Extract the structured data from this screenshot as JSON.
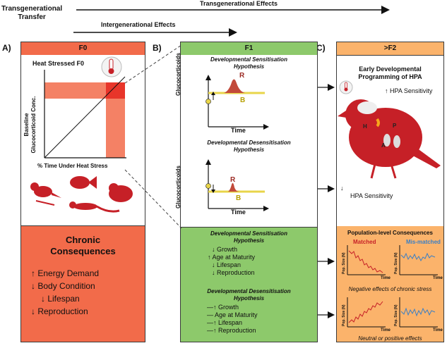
{
  "top": {
    "transfer_label_1": "Transgenerational",
    "transfer_label_2": "Transfer",
    "transgen_effects": "Transgenerational Effects",
    "intergen_effects": "Intergenerational Effects"
  },
  "panel_letters": {
    "a": "A)",
    "b": "B)",
    "c": "C)"
  },
  "colors": {
    "f0": "#f26b4a",
    "f1": "#8dc96b",
    "f2": "#fbb36b",
    "bird": "#c62027",
    "bline": "#e8d54a"
  },
  "panel_a": {
    "header": "F0",
    "plot_label": "Heat Stressed F0",
    "ylabel_1": "Baseline",
    "ylabel_2": "Glucocorticoid Conc.",
    "xlabel": "% Time Under Heat Stress",
    "chronic_title_1": "Chronic",
    "chronic_title_2": "Consequences",
    "consequences": [
      {
        "arrow": "↑",
        "label": "Energy Demand"
      },
      {
        "arrow": "↓",
        "label": "Body Condition"
      },
      {
        "arrow": "↓",
        "label": "Lifespan"
      },
      {
        "arrow": "↓",
        "label": "Reproduction"
      }
    ]
  },
  "panel_b": {
    "header": "F1",
    "sens_title_1": "Developmental Sensitisation",
    "sens_title_2": "Hypothesis",
    "desens_title_1": "Developmental Desensitisation",
    "desens_title_2": "Hypothesis",
    "ylabel": "Glucocorticoids",
    "xlabel": "Time",
    "r_label": "R",
    "b_label": "B",
    "bottom_sens_title_1": "Developmental Sensitisation",
    "bottom_sens_title_2": "Hypothesis",
    "sens_items": [
      {
        "arrow": "↓",
        "label": "Growth"
      },
      {
        "arrow": "↑",
        "label": "Age at Maturity"
      },
      {
        "arrow": "↓",
        "label": "Lifespan"
      },
      {
        "arrow": "↓",
        "label": "Reproduction"
      }
    ],
    "bottom_desens_title_1": "Developmental Desensitisation",
    "bottom_desens_title_2": "Hypothesis",
    "desens_items": [
      {
        "arrow": "—↑",
        "label": "Growth"
      },
      {
        "arrow": "—",
        "label": "Age at Maturity"
      },
      {
        "arrow": "—↑",
        "label": "Lifespan"
      },
      {
        "arrow": "—↑",
        "label": "Reproduction"
      }
    ]
  },
  "panel_c": {
    "header": ">F2",
    "title_1": "Early Developmental",
    "title_2": "Programming of HPA",
    "up_label": "HPA Sensitivity",
    "down_label": "HPA Sensitivity",
    "up_arrow": "↑",
    "down_arrow": "↓",
    "organ_h": "H",
    "organ_p": "P",
    "organ_a": "A",
    "pop_title": "Population-level Consequences",
    "matched": "Matched",
    "mismatched": "Mis-matched",
    "pop_ylabel": "Pop. Size (N)",
    "pop_xlabel": "Time",
    "neg_caption": "Negative effects of chronic stress",
    "pos_caption": "Neutral or positive effects",
    "matched_color": "#c62027",
    "mismatched_color": "#3b7fc4"
  }
}
